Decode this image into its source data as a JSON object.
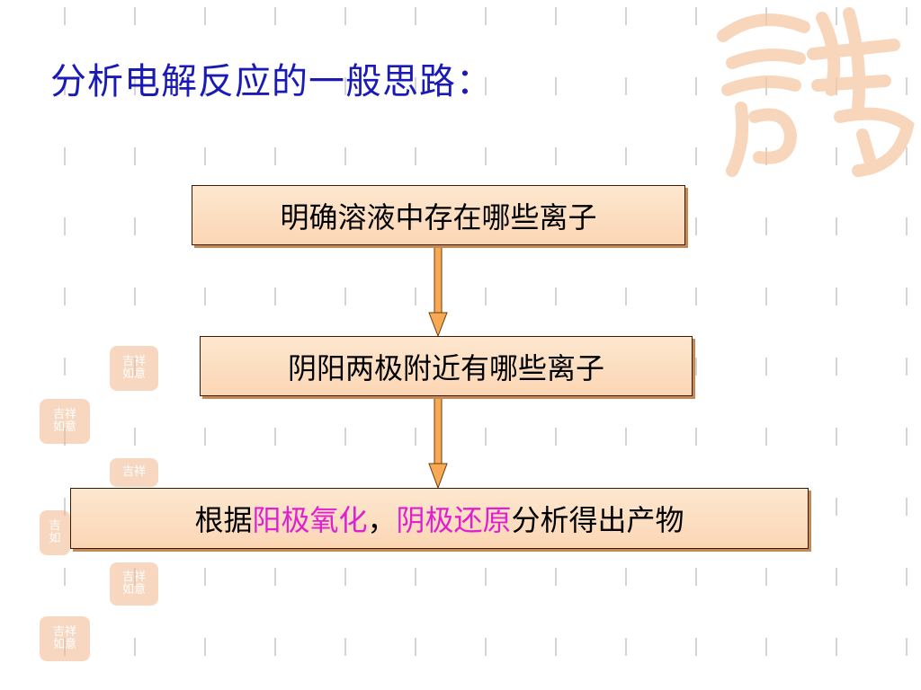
{
  "slide": {
    "title": "分析电解反应的一般思路：",
    "title_color": "#1a1ab4"
  },
  "flow": {
    "step1": "明确溶液中存在哪些离子",
    "step2": "阴阳两极附近有哪些离子",
    "step3": {
      "part1": "根据",
      "part2": "阳极氧化",
      "part3": "，",
      "part4": "阴极还原",
      "part5": "分析得出产物"
    },
    "highlight_color": "#e020d0",
    "box_fill": "#fbd6b4",
    "arrow_color": "#f39a3c"
  },
  "decoration": {
    "watermark_icon": "auspicious-seal-icon",
    "seal_color": "#f2b88d"
  }
}
